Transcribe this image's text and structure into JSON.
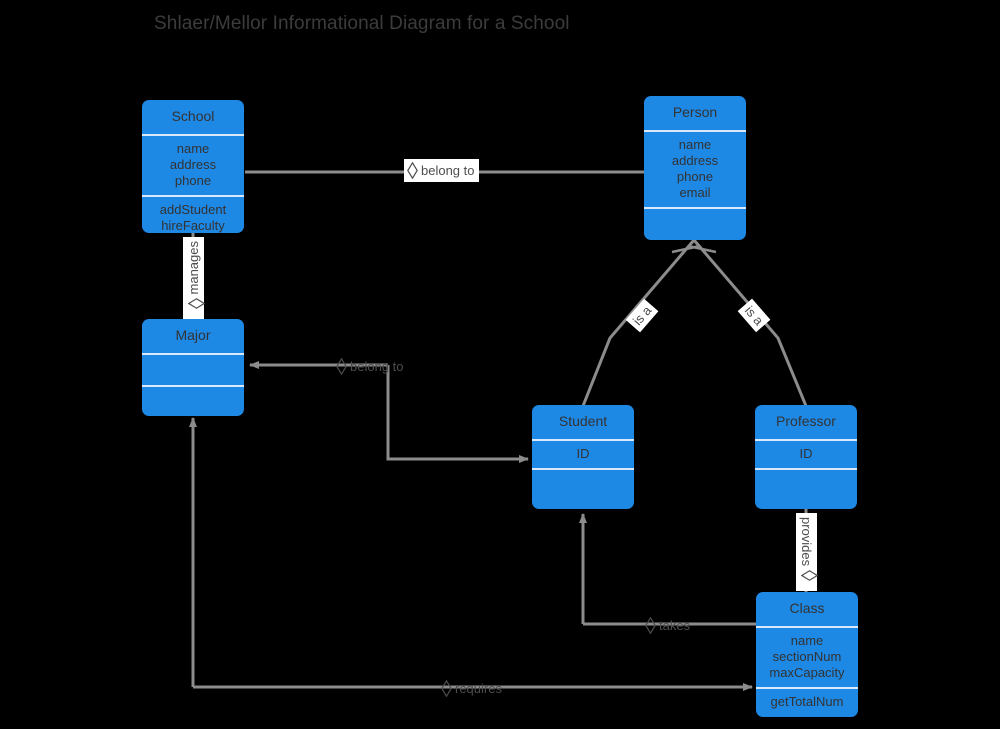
{
  "diagram": {
    "title": "Shlaer/Mellor Informational Diagram for a School",
    "colors": {
      "entity_fill": "#1e88e5",
      "entity_text": "#333333",
      "line": "#8c8c8c",
      "title_text": "#3c3c3c",
      "label_bg": "#ffffff",
      "background": "#000000"
    }
  },
  "entities": [
    {
      "id": "school",
      "name": "School",
      "attributes": "name\naddress\nphone",
      "operations": "addStudent\nhireFaculty"
    },
    {
      "id": "person",
      "name": "Person",
      "attributes": "name\naddress\nphone\nemail",
      "operations": ""
    },
    {
      "id": "major",
      "name": "Major",
      "attributes": "",
      "operations": ""
    },
    {
      "id": "student",
      "name": "Student",
      "attributes": "ID",
      "operations": ""
    },
    {
      "id": "professor",
      "name": "Professor",
      "attributes": "ID",
      "operations": ""
    },
    {
      "id": "class",
      "name": "Class",
      "attributes": "name\nsectionNum\nmaxCapacity",
      "operations": "getTotalNum"
    }
  ],
  "relationships": [
    {
      "id": "school-person",
      "label": "belong to",
      "from": "School",
      "to": "Person"
    },
    {
      "id": "school-major",
      "label": "manages",
      "from": "School",
      "to": "Major"
    },
    {
      "id": "major-student",
      "label": "belong to",
      "from": "Major",
      "to": "Student"
    },
    {
      "id": "person-student",
      "label": "is a",
      "from": "Student",
      "to": "Person"
    },
    {
      "id": "person-professor",
      "label": "is a",
      "from": "Professor",
      "to": "Person"
    },
    {
      "id": "professor-class",
      "label": "provides",
      "from": "Professor",
      "to": "Class"
    },
    {
      "id": "student-class",
      "label": "takes",
      "from": "Student",
      "to": "Class"
    },
    {
      "id": "class-major",
      "label": "requires",
      "from": "Class",
      "to": "Major"
    }
  ]
}
